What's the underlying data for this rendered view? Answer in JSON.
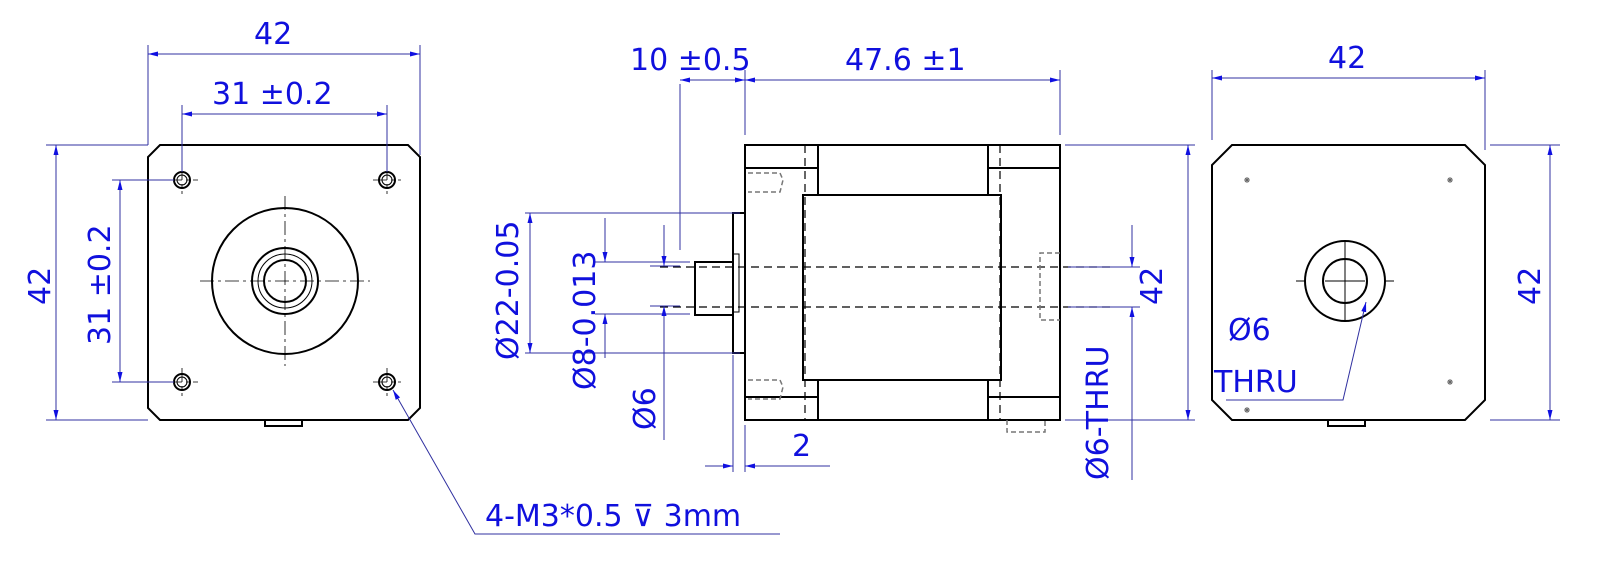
{
  "drawing": {
    "front_view": {
      "width_label": "42",
      "hole_spacing_h_label": "31 ±0.2",
      "height_label": "42",
      "hole_spacing_v_label": "31 ±0.2",
      "thread_callout": "4-M3*0.5 ⊽ 3mm"
    },
    "side_view": {
      "shaft_length_label": "10 ±0.5",
      "body_length_label": "47.6 ±1",
      "boss_diameter_label": "Ø22-0.05",
      "shaft_diameter_label": "Ø8-0.013",
      "flat_diameter_label": "Ø6",
      "boss_height_label": "2",
      "rear_hole_label": "Ø6-THRU",
      "height_label": "42"
    },
    "rear_view": {
      "width_label": "42",
      "height_label": "42",
      "hole_label_line1": "Ø6",
      "hole_label_line2": "THRU"
    }
  },
  "colors": {
    "dimension": "#1010dd",
    "outline": "#000000"
  }
}
